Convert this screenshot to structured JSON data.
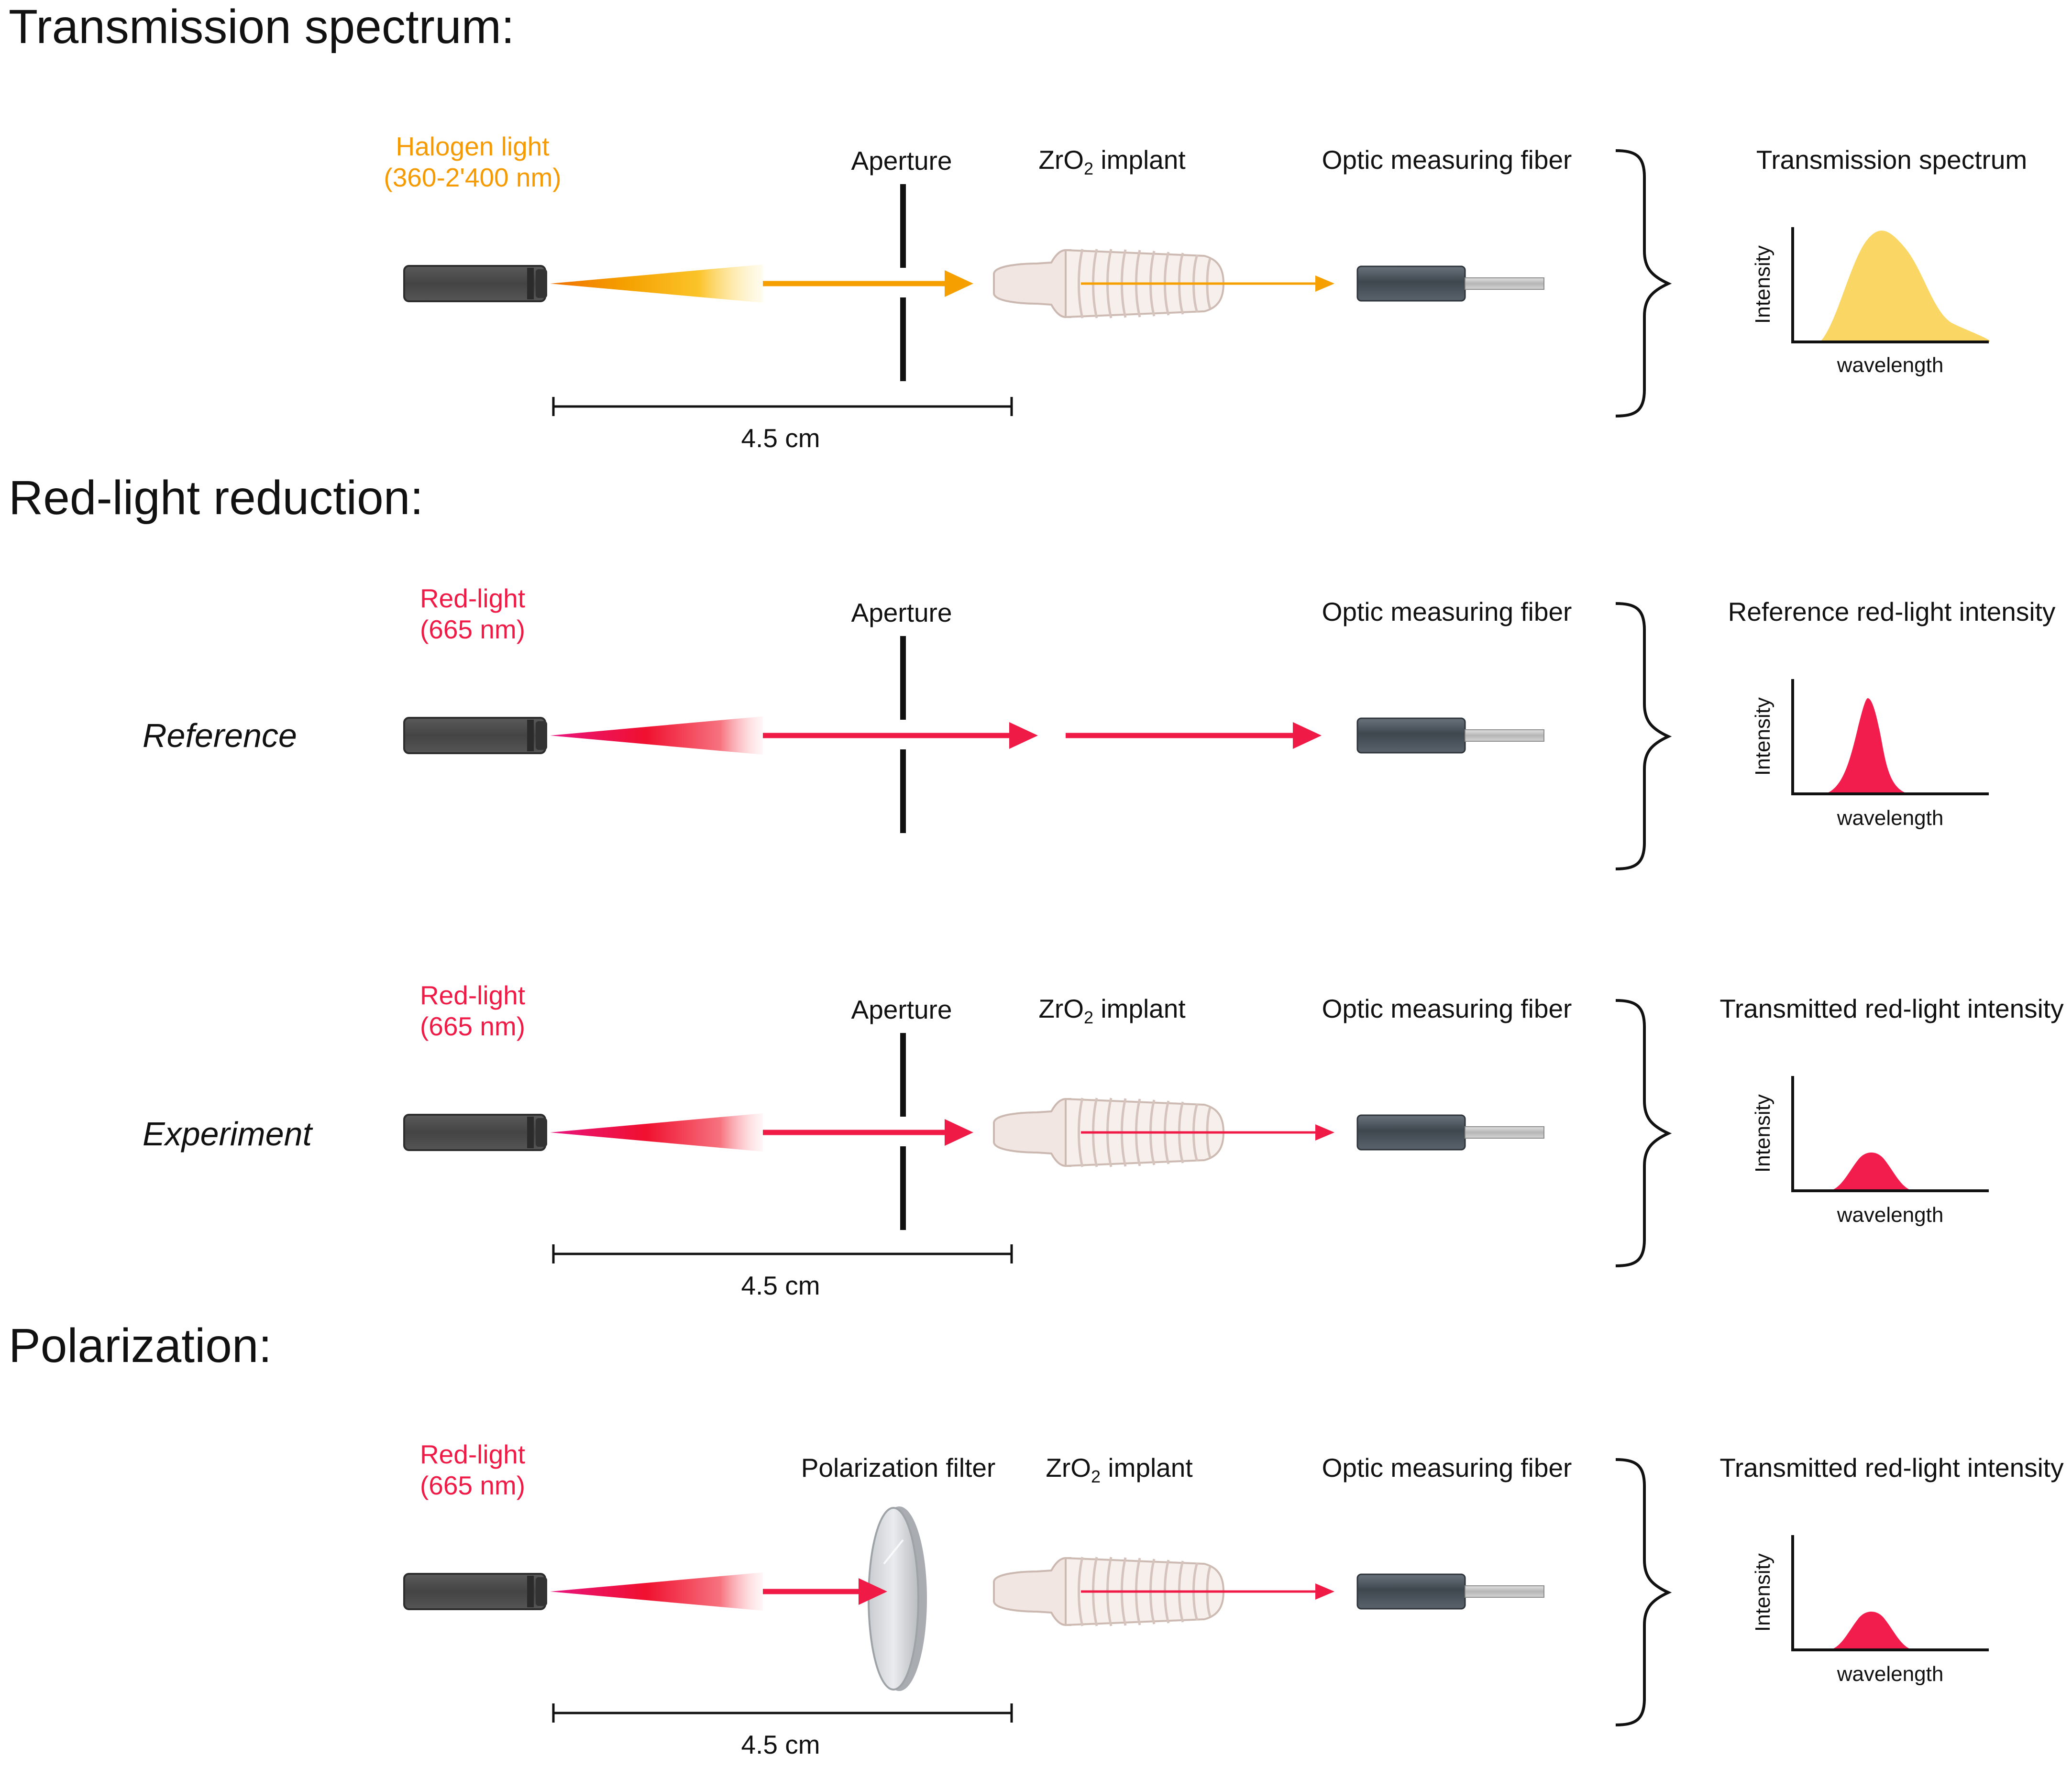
{
  "sections": {
    "transmission": "Transmission spectrum:",
    "redlight": "Red-light reduction:",
    "polarization": "Polarization:"
  },
  "sources": {
    "halogen_name": "Halogen light",
    "halogen_range": "(360-2'400 nm)",
    "red_name": "Red-light",
    "red_range": "(665 nm)"
  },
  "components": {
    "aperture": "Aperture",
    "implant_prefix": "ZrO",
    "implant_sub": "2",
    "implant_suffix": " implant",
    "fiber": "Optic measuring fiber",
    "polarization_filter": "Polarization filter"
  },
  "rows": {
    "reference": "Reference",
    "experiment": "Experiment"
  },
  "distance": "4.5 cm",
  "charts": {
    "transmission_title": "Transmission spectrum",
    "reference_title": "Reference red-light intensity",
    "transmitted_title": "Transmitted red-light intensity",
    "y_axis": "Intensity",
    "x_axis": "wavelength"
  },
  "colors": {
    "orange": "#f5a000",
    "orange_fill": "#f9cf4a",
    "red": "#ef1a45",
    "red_fill": "#f31d4d",
    "lamp": "#4a4a4a",
    "fiber": "#4d5660"
  }
}
